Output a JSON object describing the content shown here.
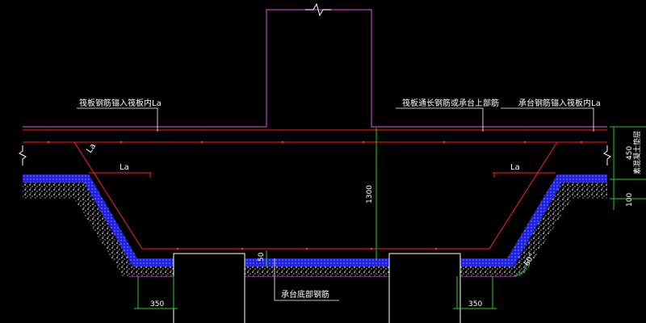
{
  "annotations": {
    "left_top_note": "筏板钢筋锚入筏板内La",
    "middle_top_note": "筏板通长钢筋或承台上部筋",
    "right_top_note": "承台钢筋锚入筏板内La",
    "bottom_note": "承台底部钢筋",
    "right_side_note": "素混凝土垫层"
  },
  "labels": {
    "la_diag": "La",
    "la_left": "La",
    "la_right": "La"
  },
  "dimensions": {
    "depth": "1300",
    "left_offset": "350",
    "right_offset": "350",
    "cover": "50",
    "angle": "60°",
    "right_upper": "450",
    "right_lower": "100"
  },
  "colors": {
    "background": "#000000",
    "column": "#c040c0",
    "rebar": "#ff2020",
    "dimension": "#20d020",
    "text": "#ffffff",
    "waterproof": "#3030ff",
    "fill": "#d8d8d8"
  }
}
